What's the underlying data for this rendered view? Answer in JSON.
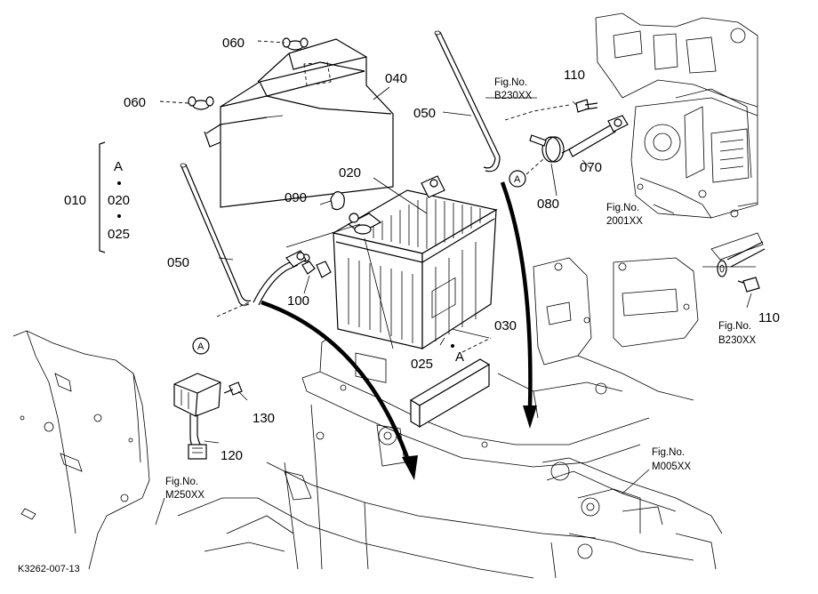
{
  "diagram": {
    "drawing_code": "K3262-007-13",
    "part_labels": {
      "p010": "010",
      "p020": "020",
      "p020_group": "020",
      "p025_group": "025",
      "p025": "025",
      "p030": "030",
      "p040": "040",
      "p050_left": "050",
      "p050_right": "050",
      "p060_top": "060",
      "p060_left": "060",
      "p070": "070",
      "p080": "080",
      "p090": "090",
      "p100": "100",
      "p110_top": "110",
      "p110_right": "110",
      "p120": "120",
      "p130": "130"
    },
    "group": {
      "a": "A"
    },
    "markers": {
      "a_left": "A",
      "a_right": "A",
      "a_battery": "A"
    },
    "fig_refs": {
      "fig_label": "Fig.No.",
      "b230_top": "B230XX",
      "b230_right": "B230XX",
      "f2001": "2001XX",
      "m005": "M005XX",
      "m250": "M250XX"
    }
  }
}
